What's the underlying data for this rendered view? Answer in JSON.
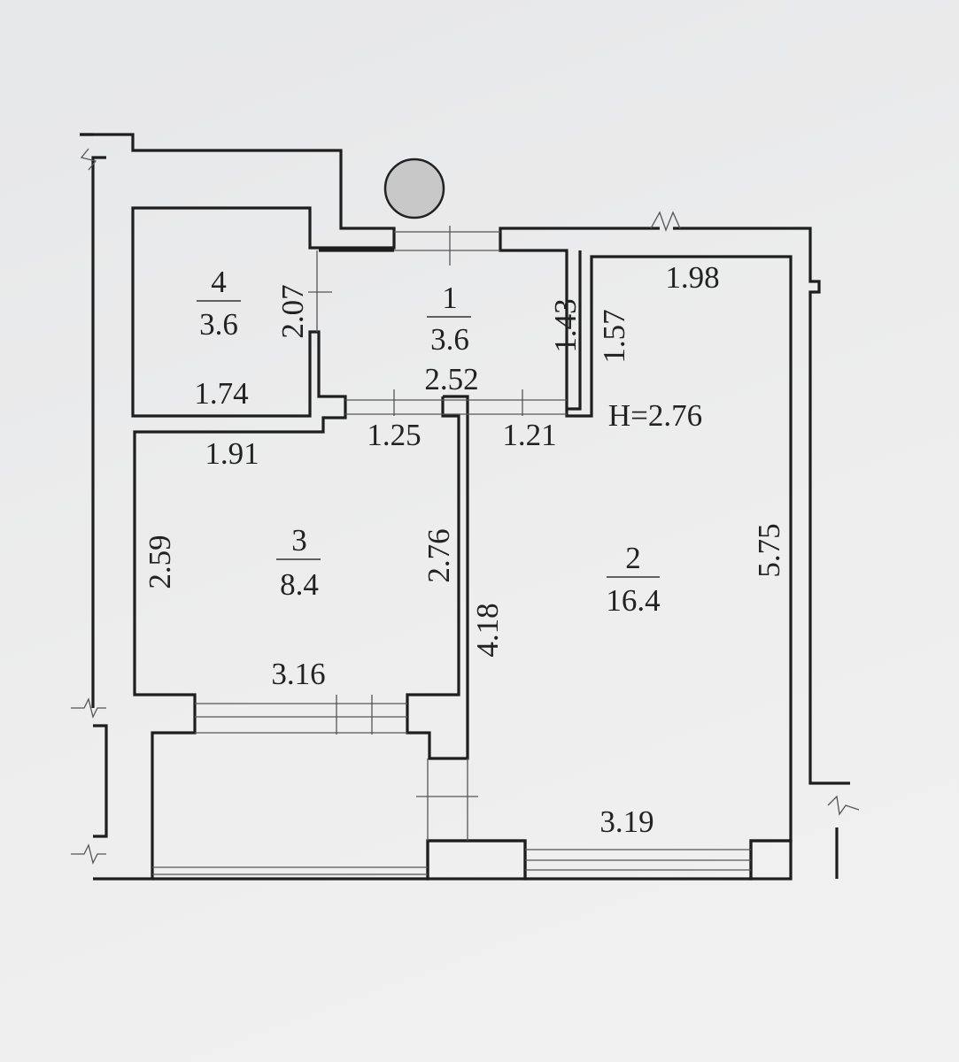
{
  "rooms": [
    {
      "number": "1",
      "area": "3.6"
    },
    {
      "number": "2",
      "area": "16.4"
    },
    {
      "number": "3",
      "area": "8.4"
    },
    {
      "number": "4",
      "area": "3.6"
    }
  ],
  "dimensions": {
    "room4_height": "2.07",
    "room4_width": "1.74",
    "room1_width": "2.52",
    "room1_right_height": "1.43",
    "room2_niche_height": "1.57",
    "room2_top_width": "1.98",
    "door_left": "1.25",
    "door_right": "1.21",
    "room3_top_width": "1.91",
    "room3_left_height": "2.59",
    "room3_right_height": "2.76",
    "partition_length": "4.18",
    "room2_height": "5.75",
    "room3_bottom_width": "3.16",
    "room2_bottom_width": "3.19"
  },
  "ceiling_height": "H=2.76",
  "colors": {
    "wall": "#1e1e1e",
    "riser": "#c8c8c8"
  }
}
